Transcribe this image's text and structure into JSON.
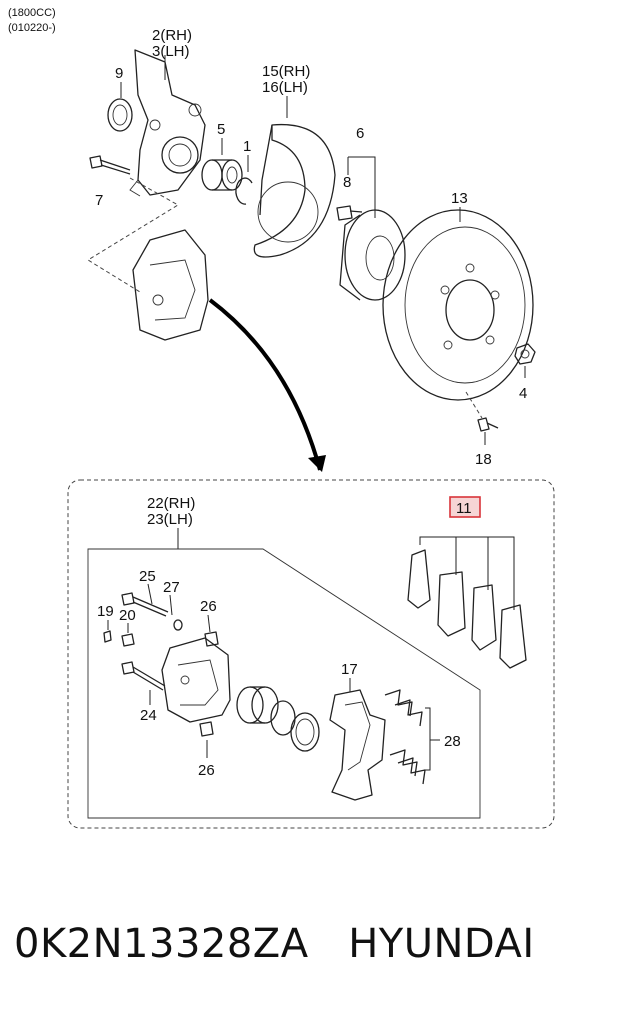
{
  "header": {
    "engine": "(1800CC)",
    "date_range": "(010220-)"
  },
  "labels": {
    "p2_3": [
      "2(RH)",
      "3(LH)"
    ],
    "p9": "9",
    "p5": "5",
    "p1": "1",
    "p7": "7",
    "p15_16": [
      "15(RH)",
      "16(LH)"
    ],
    "p6": "6",
    "p8": "8",
    "p13": "13",
    "p4": "4",
    "p18": "18",
    "p22_23": [
      "22(RH)",
      "23(LH)"
    ],
    "p11": "11",
    "p25": "25",
    "p27": "27",
    "p19": "19",
    "p20": "20",
    "p26a": "26",
    "p24": "24",
    "p26b": "26",
    "p17": "17",
    "p28": "28"
  },
  "colors": {
    "highlight_border": "#d9343a",
    "highlight_fill": "#f6d5d5"
  },
  "footer": {
    "part_number": "0K2N13328ZA",
    "brand": "HYUNDAI"
  }
}
